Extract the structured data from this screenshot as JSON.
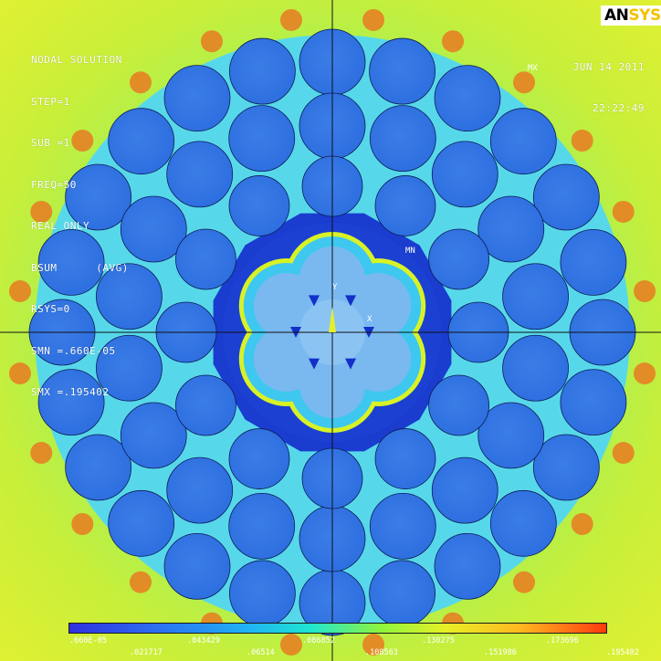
{
  "header": {
    "info_lines": [
      "NODAL SOLUTION",
      "STEP=1",
      "SUB =1",
      "FREQ=50",
      "REAL ONLY",
      "BSUM      (AVG)",
      "RSYS=0",
      "SMN =.660E-05",
      "SMX =.195402"
    ],
    "date": "JUN 14 2011",
    "time": "22:22:49",
    "logo_a": "AN",
    "logo_b": "SYS"
  },
  "markers": {
    "mx": "MX",
    "mn": "MN",
    "axis_y": "Y",
    "axis_x": "X"
  },
  "legend": {
    "top_ticks": [
      ".660E-05",
      ".043429",
      ".086852",
      ".130275",
      ".173696"
    ],
    "bottom_ticks": [
      ".021717",
      ".06514",
      ".108563",
      ".151986",
      ".195402"
    ]
  },
  "colors": {
    "background_field": "#c8ef3a",
    "conductor": "#2d6ee0",
    "core_cyan": "#3ec8f0",
    "hot": "#ff3a10"
  }
}
